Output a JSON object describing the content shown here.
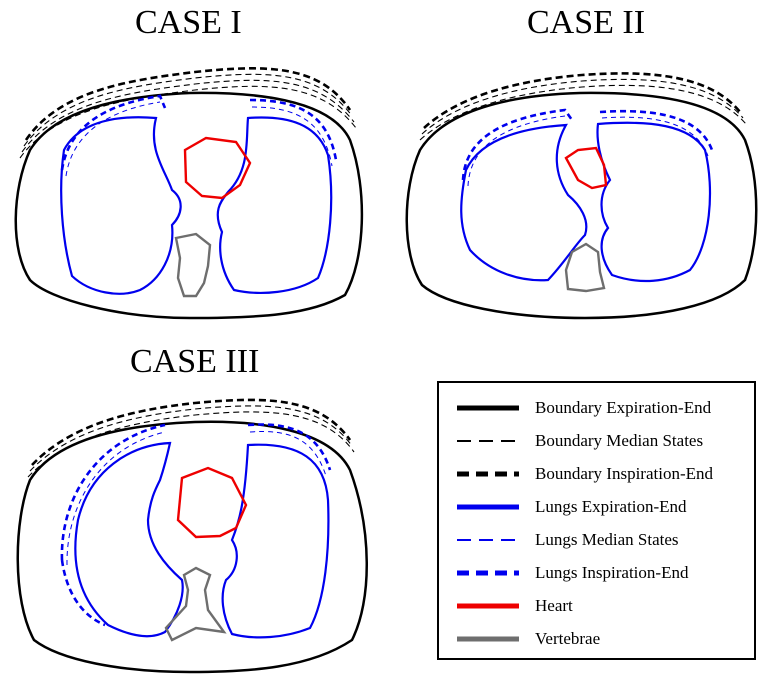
{
  "cases": [
    {
      "title": "CASE I"
    },
    {
      "title": "CASE II"
    },
    {
      "title": "CASE III"
    }
  ],
  "legend": {
    "items": [
      {
        "label": "Boundary Expiration-End",
        "color": "#000000",
        "style": "solid-thick"
      },
      {
        "label": "Boundary Median States",
        "color": "#000000",
        "style": "dashed-thin"
      },
      {
        "label": "Boundary Inspiration-End",
        "color": "#000000",
        "style": "dashed-thick"
      },
      {
        "label": "Lungs Expiration-End",
        "color": "#0000ee",
        "style": "solid-thick"
      },
      {
        "label": "Lungs Median States",
        "color": "#0000ee",
        "style": "dashed-thin"
      },
      {
        "label": "Lungs Inspiration-End",
        "color": "#0000ee",
        "style": "dashed-thick"
      },
      {
        "label": "Heart",
        "color": "#ee0000",
        "style": "solid-thick"
      },
      {
        "label": "Vertebrae",
        "color": "#6e6e6e",
        "style": "solid-thick"
      }
    ]
  }
}
